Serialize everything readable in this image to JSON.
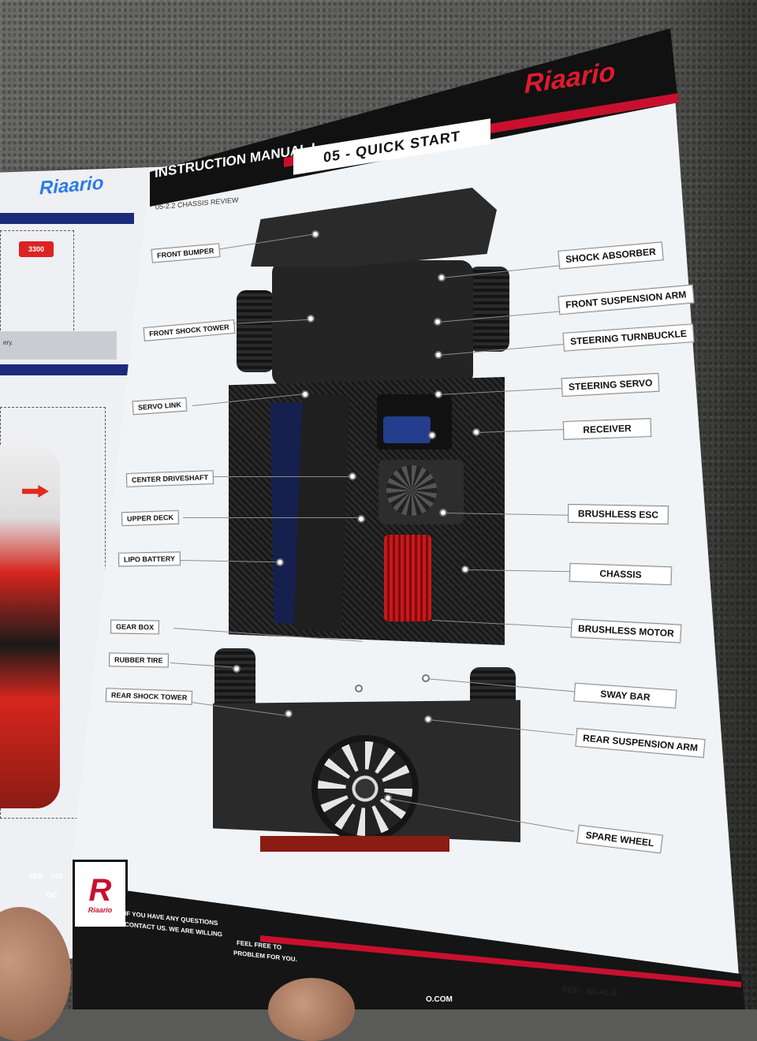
{
  "brand": {
    "logo_text": "Riaario",
    "accent_red": "#c8102e",
    "accent_blue": "#2c7be5"
  },
  "header": {
    "manual_title": "INSTRUCTION MANUAL I",
    "section_title": "05 - QUICK START",
    "subsection": "05-2.2 CHASSIS REVIEW"
  },
  "left_page": {
    "battery_label": "3300",
    "gray_bar_text": "ery."
  },
  "callouts": {
    "left": [
      {
        "id": "front-bumper",
        "text": "FRONT BUMPER"
      },
      {
        "id": "front-shock-tower",
        "text": "FRONT SHOCK TOWER"
      },
      {
        "id": "servo-link",
        "text": "SERVO LINK"
      },
      {
        "id": "center-driveshaft",
        "text": "CENTER DRIVESHAFT"
      },
      {
        "id": "upper-deck",
        "text": "UPPER DECK"
      },
      {
        "id": "lipo-battery",
        "text": "LIPO BATTERY"
      },
      {
        "id": "gear-box",
        "text": "GEAR BOX"
      },
      {
        "id": "rubber-tire",
        "text": "RUBBER TIRE"
      },
      {
        "id": "rear-shock-tower",
        "text": "REAR SHOCK TOWER"
      }
    ],
    "right": [
      {
        "id": "shock-absorber",
        "text": "SHOCK ABSORBER"
      },
      {
        "id": "front-suspension-arm",
        "text": "FRONT SUSPENSION ARM"
      },
      {
        "id": "steering-turnbuckle",
        "text": "STEERING TURNBUCKLE"
      },
      {
        "id": "steering-servo",
        "text": "STEERING SERVO"
      },
      {
        "id": "receiver",
        "text": "RECEIVER"
      },
      {
        "id": "brushless-esc",
        "text": "BRUSHLESS ESC"
      },
      {
        "id": "chassis",
        "text": "CHASSIS"
      },
      {
        "id": "brushless-motor",
        "text": "BRUSHLESS MOTOR"
      },
      {
        "id": "sway-bar",
        "text": "SWAY BAR"
      },
      {
        "id": "rear-suspension-arm",
        "text": "REAR SUSPENSION ARM"
      },
      {
        "id": "spare-wheel",
        "text": "SPARE WHEEL"
      }
    ]
  },
  "footer": {
    "contact_line1": "IF YOU HAVE ANY QUESTIONS",
    "contact_line2": "CONTACT US. WE ARE WILLING",
    "contact_line3": "FEEL FREE TO",
    "contact_line4": "PROBLEM FOR YOU.",
    "version": "VER",
    "version_code": "V00",
    "page_label": "GE",
    "url_fragment": "O.COM",
    "ref": "REF.: WI-RLA-"
  }
}
